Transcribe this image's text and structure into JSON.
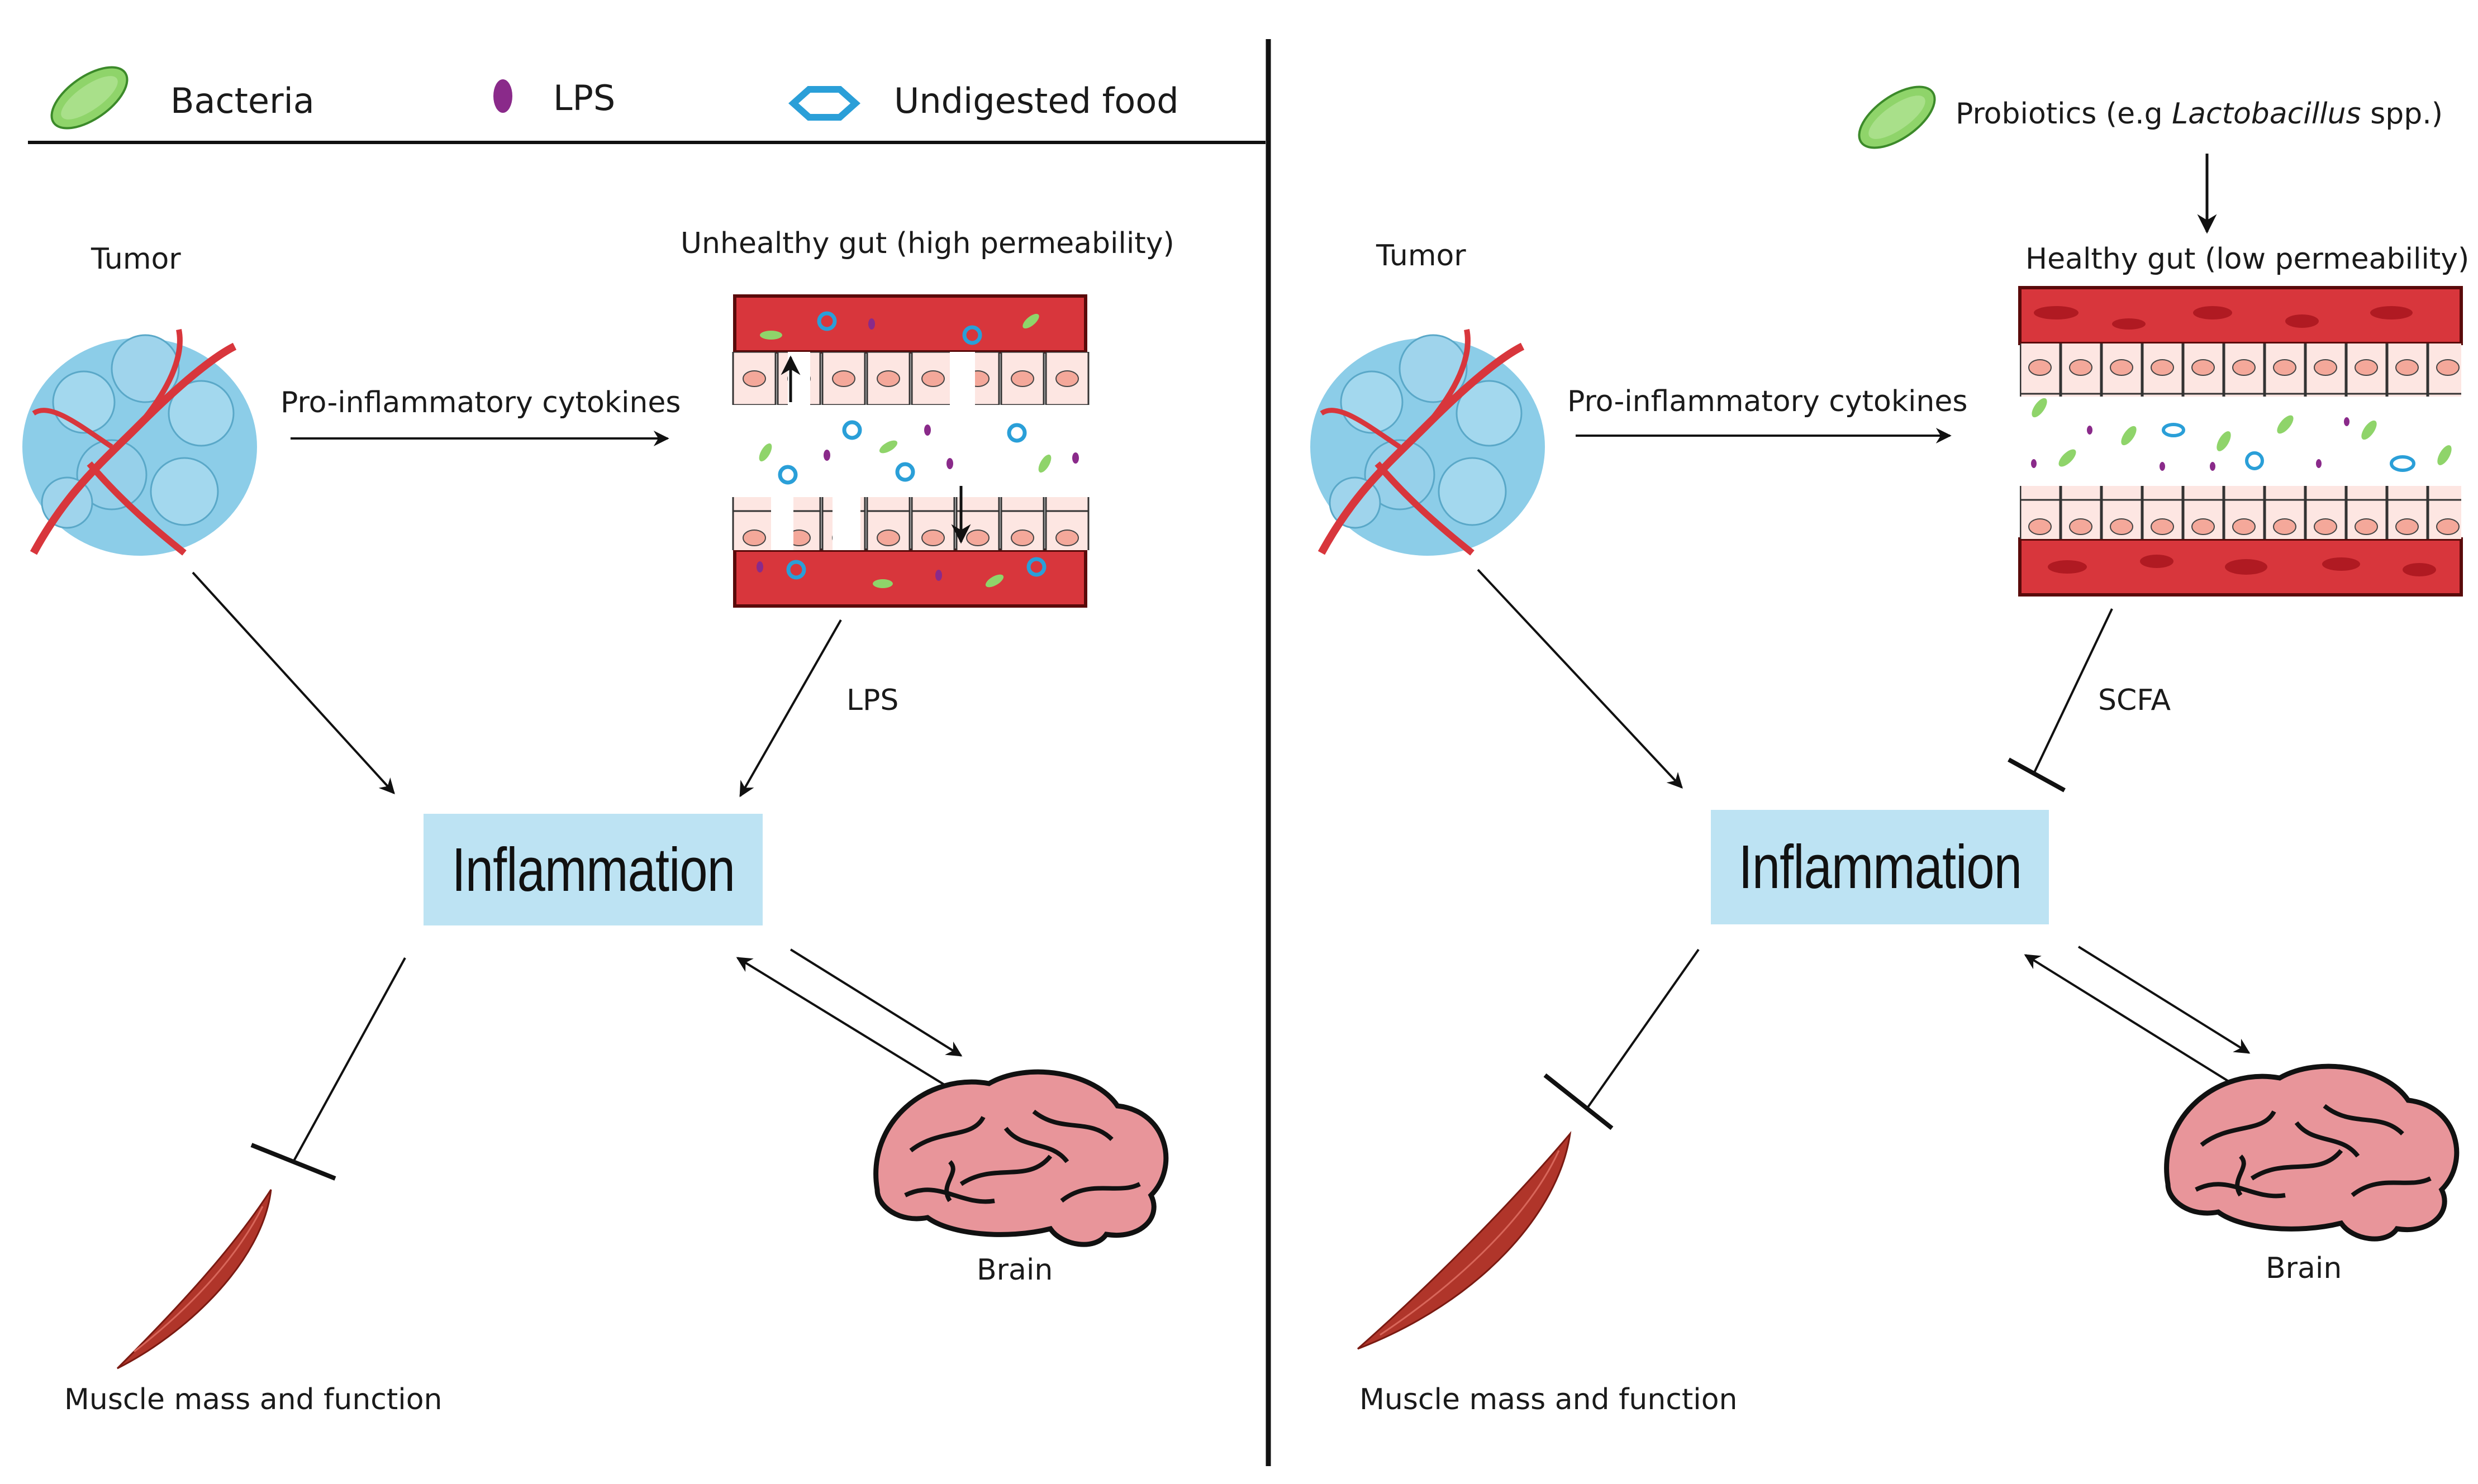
{
  "legend": {
    "bacteria": "Bacteria",
    "lps": "LPS",
    "undigested_food": "Undigested food"
  },
  "left_panel": {
    "tumor": "Tumor",
    "gut_title": "Unhealthy gut (high permeability)",
    "cytokines": "Pro-inflammatory cytokines",
    "gut_output": "LPS",
    "inflammation": "Inflammation",
    "brain": "Brain",
    "muscle": "Muscle mass and function"
  },
  "right_panel": {
    "probiotics_prefix": "Probiotics (e.g ",
    "probiotics_genus": "Lactobacillus",
    "probiotics_suffix": " spp.)",
    "tumor": "Tumor",
    "gut_title": "Healthy gut (low permeability)",
    "cytokines": "Pro-inflammatory cytokines",
    "gut_output": "SCFA",
    "inflammation": "Inflammation",
    "brain": "Brain",
    "muscle": "Muscle mass and function"
  },
  "colors": {
    "inflammation_box": "#bde3f3",
    "bacteria": "#8fd46a",
    "lps": "#8a2a8a",
    "undigested_food": "#2a9fd8",
    "blood_vessel": "#d8363c",
    "muscle": "#b0352a",
    "brain": "#e8959a",
    "tumor": "#8ccde8"
  }
}
